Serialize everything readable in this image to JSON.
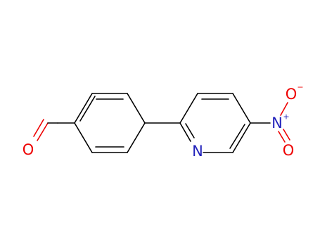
{
  "molecule": {
    "atoms": {
      "aldehyde_o": "O",
      "pyridine_n": "N",
      "nitro_n": "N",
      "nitro_n_charge": "+",
      "nitro_o_top": "O",
      "nitro_o_top_charge": "−",
      "nitro_o_bottom": "O"
    },
    "colors": {
      "bond": "#000000",
      "oxygen": "#ee0000",
      "nitrogen": "#2222bb",
      "background": "#ffffff"
    }
  }
}
